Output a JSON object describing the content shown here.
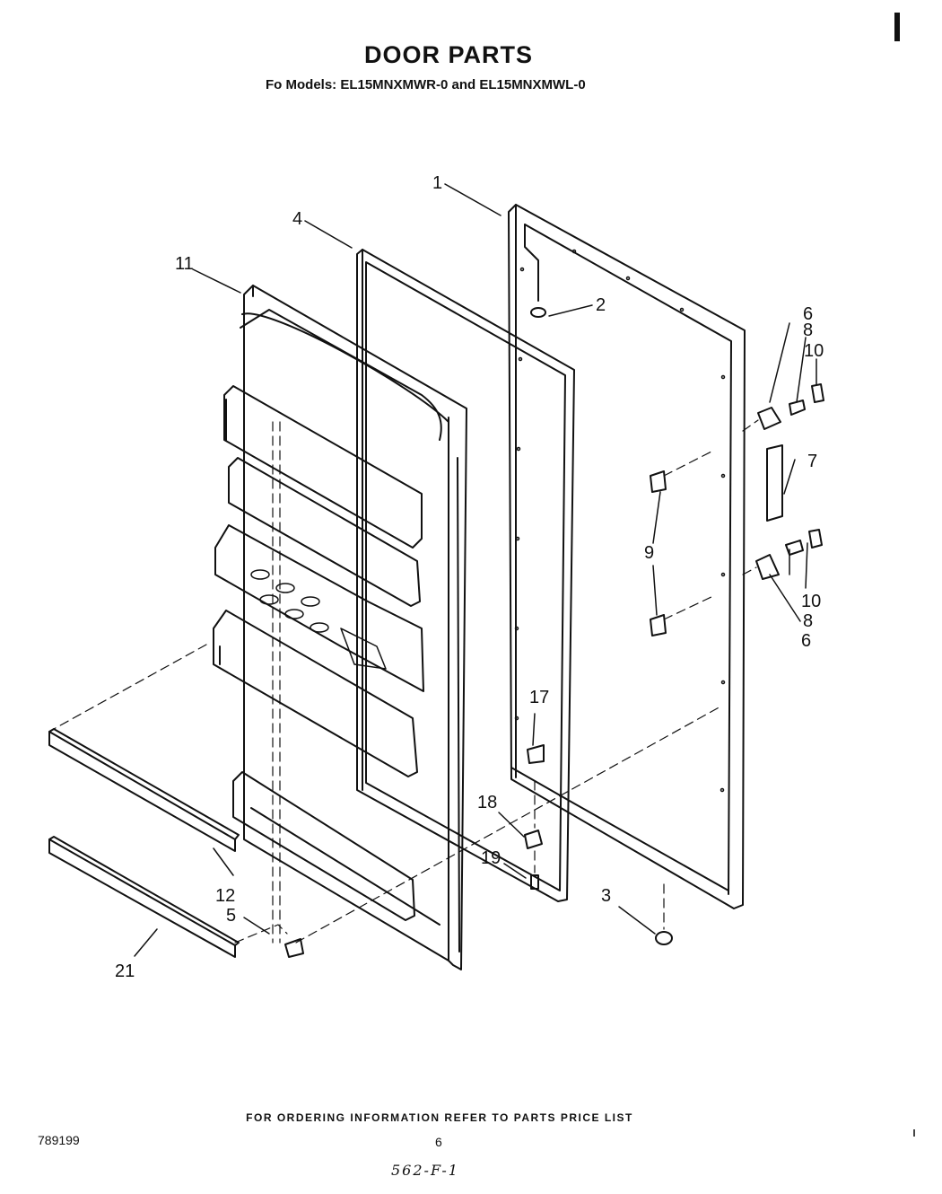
{
  "title": "DOOR PARTS",
  "subtitle": "Fo  Models: EL15MNXMWR-0 and EL15MNXMWL-0",
  "callouts": {
    "c1": "1",
    "c2": "2",
    "c3": "3",
    "c4": "4",
    "c5": "5",
    "c6a": "6",
    "c6b": "6",
    "c7": "7",
    "c8a": "8",
    "c8b": "8",
    "c9": "9",
    "c10a": "10",
    "c10b": "10",
    "c11": "11",
    "c12": "12",
    "c17": "17",
    "c18": "18",
    "c19": "19",
    "c21": "21"
  },
  "footer": "FOR ORDERING INFORMATION REFER TO PARTS PRICE LIST",
  "doc_number": "789199",
  "page_number": "6",
  "handwritten_note": "562-F-1"
}
